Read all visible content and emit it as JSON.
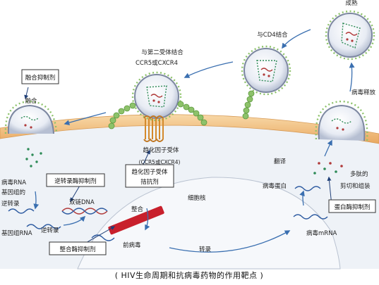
{
  "labels": {
    "mature": "成熟",
    "cd4_binding": "与CD4结合",
    "second_receptor_binding": "与第二受体结合",
    "ccr5_cxcr4_top": "CCR5或CXCR4",
    "fusion": "融合",
    "virus_release": "病毒释放",
    "chemokine_receptor": "趋化因子受体",
    "ccr5_cxcr4_paren": "(CCR5或CXCR4)",
    "viral_rna": "病毒RNA",
    "genome_group": "基因组的",
    "reverse_transcription_1": "逆转录",
    "dsdna": "双链DNA",
    "integration": "整合",
    "nucleus": "细胞核",
    "genomic_rna": "基因组RNA",
    "reverse_transcription_2": "逆转录",
    "provirus": "前病毒",
    "transcription": "转录",
    "translation": "翻译",
    "viral_protein": "病毒蛋白",
    "polypeptide": "多肽的",
    "cleave_assemble": "剪切和组装",
    "viral_mrna": "病毒mRNA"
  },
  "boxes": {
    "fusion_inhibitor": "融合抑制剂",
    "rt_inhibitor": "逆转录酶抑制剂",
    "chemokine_antagonist_1": "趋化因子受体",
    "chemokine_antagonist_2": "拮抗剂",
    "integrase_inhibitor": "整合酶抑制剂",
    "protease_inhibitor": "蛋白酶抑制剂"
  },
  "caption": "( HIV生命周期和抗病毒药物的作用靶点 )",
  "colors": {
    "membrane": "#f2c184",
    "cytoplasm": "#f3f6fa",
    "virus_shell": "#8a94aa",
    "spike": "#8dc26a",
    "arrow": "#3a6fb0"
  }
}
